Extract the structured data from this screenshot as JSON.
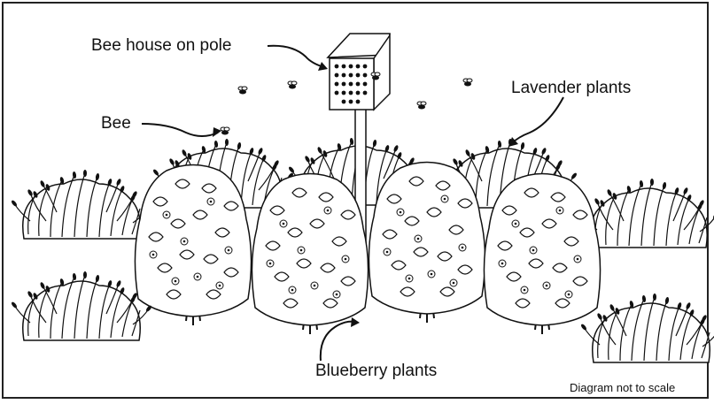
{
  "labels": {
    "bee_house": "Bee house on pole",
    "bee": "Bee",
    "lavender": "Lavender plants",
    "blueberry": "Blueberry plants",
    "scale_note": "Diagram not to scale"
  },
  "icons": {
    "bee_house": "bee-house-icon",
    "bee": "bee-icon",
    "lavender": "lavender-plant-icon",
    "blueberry": "blueberry-plant-icon"
  },
  "colors": {
    "ink": "#111111",
    "background": "#ffffff"
  }
}
